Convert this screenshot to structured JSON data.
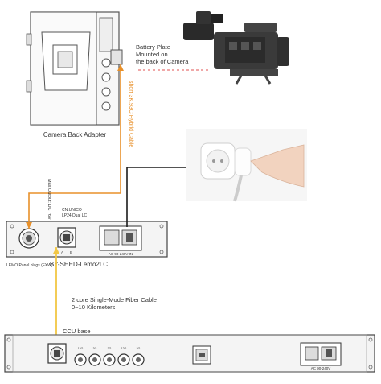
{
  "labels": {
    "battery_plate": [
      "Battery Plate",
      "Mounted on",
      "the back of Camera"
    ],
    "camera_back_adapter": "Camera Back Adapter",
    "hybrid_cable": "short 3K.93C Hybrid Cable",
    "max_output": "Max Output: DC 76V",
    "lemo_connector": [
      "CN:UNICO",
      "LP24 Dual LC"
    ],
    "lemo_panel": "LEMO Panel plugs (FXW)",
    "model": "BY-SHED-Lemo2LC",
    "ac_in": "AC 90-240V IN",
    "fiber_cable": [
      "2 core Single-Mode Fiber Cable",
      "0~10 Kilometers"
    ],
    "ccu_base": "CCU base",
    "ccu_ac": "AC 90-240V",
    "ccu_port_labels": [
      "12G",
      "3G",
      "3G",
      "12G",
      "3G"
    ],
    "sub_labels": [
      "A",
      "B"
    ]
  },
  "colors": {
    "orange": "#e8902a",
    "yellow": "#f2c744",
    "dark": "#1c1c1c",
    "panel_fill": "#f4f4f4",
    "panel_stroke": "#444444",
    "red_dash": "#e05050"
  },
  "icons": {
    "camera": "cinema-camera-icon",
    "plug": "power-plug-socket-icon",
    "lemo": "lemo-connector-icon",
    "fiber": "fiber-connector-icon",
    "power_inlet": "power-inlet-icon",
    "bnc": "bnc-connector-icon"
  }
}
